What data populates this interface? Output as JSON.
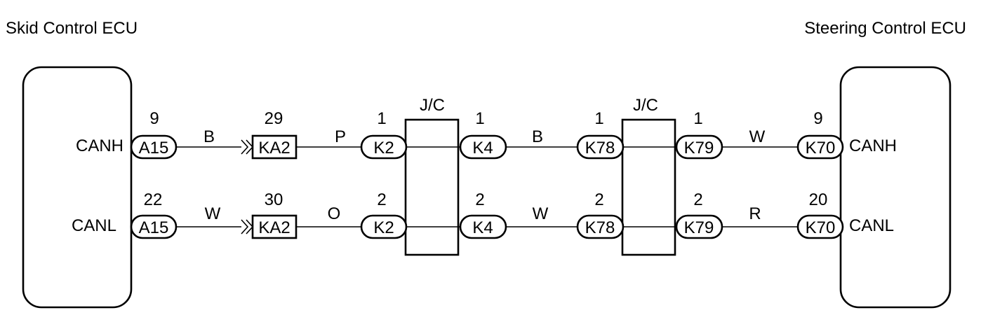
{
  "left_ecu": {
    "title": "Skid Control ECU",
    "pins": [
      "CANH",
      "CANL"
    ]
  },
  "right_ecu": {
    "title": "Steering Control ECU",
    "pins": [
      "CANH",
      "CANL"
    ]
  },
  "junctions": [
    {
      "label": "J/C"
    },
    {
      "label": "J/C"
    }
  ],
  "rows": [
    {
      "pin": "CANH",
      "connectors": [
        {
          "id": "A15",
          "pin_no": "9"
        },
        {
          "id": "KA2",
          "pin_no": "29"
        },
        {
          "id": "K2",
          "pin_no": "1"
        },
        {
          "id": "K4",
          "pin_no": "1"
        },
        {
          "id": "K78",
          "pin_no": "1"
        },
        {
          "id": "K79",
          "pin_no": "1"
        },
        {
          "id": "K70",
          "pin_no": "9"
        }
      ],
      "wire_colors": [
        "B",
        "P",
        "B",
        "W"
      ]
    },
    {
      "pin": "CANL",
      "connectors": [
        {
          "id": "A15",
          "pin_no": "22"
        },
        {
          "id": "KA2",
          "pin_no": "30"
        },
        {
          "id": "K2",
          "pin_no": "2"
        },
        {
          "id": "K4",
          "pin_no": "2"
        },
        {
          "id": "K78",
          "pin_no": "2"
        },
        {
          "id": "K79",
          "pin_no": "2"
        },
        {
          "id": "K70",
          "pin_no": "20"
        }
      ],
      "wire_colors": [
        "W",
        "O",
        "W",
        "R"
      ]
    }
  ]
}
